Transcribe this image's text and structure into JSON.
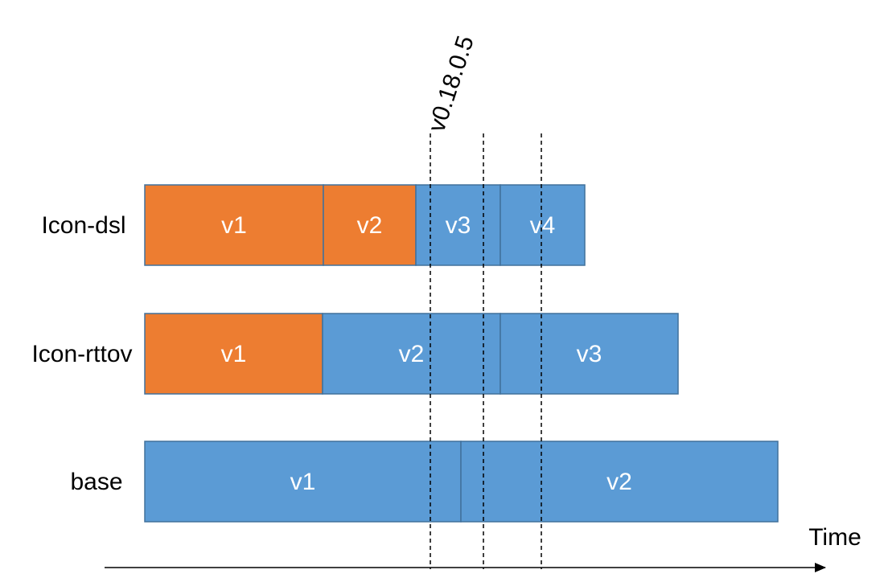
{
  "colors": {
    "released": "#ED7D31",
    "in_progress": "#5B9BD5",
    "segment_stroke": "#41719C",
    "marker_line": "#000000",
    "axis": "#000000"
  },
  "axis": {
    "label": "Time"
  },
  "marker": {
    "label": "v0.18.0.5"
  },
  "rows": [
    {
      "name": "Icon-dsl",
      "segments": [
        {
          "label": "v1",
          "status": "released"
        },
        {
          "label": "v2",
          "status": "released"
        },
        {
          "label": "v3",
          "status": "in_progress"
        },
        {
          "label": "v4",
          "status": "in_progress"
        }
      ]
    },
    {
      "name": "Icon-rttov",
      "segments": [
        {
          "label": "v1",
          "status": "released"
        },
        {
          "label": "v2",
          "status": "in_progress"
        },
        {
          "label": "v3",
          "status": "in_progress"
        }
      ]
    },
    {
      "name": "base",
      "segments": [
        {
          "label": "v1",
          "status": "in_progress"
        },
        {
          "label": "v2",
          "status": "in_progress"
        }
      ]
    }
  ]
}
